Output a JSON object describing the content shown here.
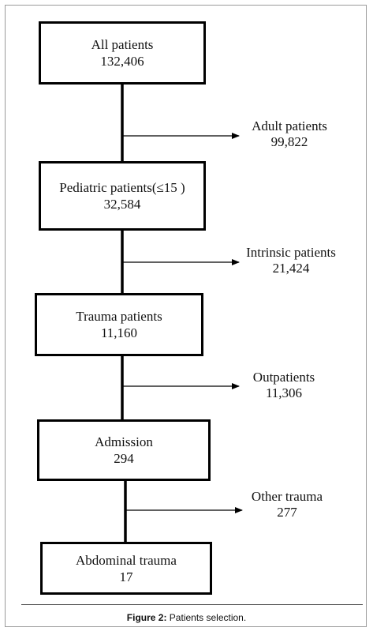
{
  "boxes": [
    {
      "label": "All patients",
      "count": "132,406"
    },
    {
      "label": "Pediatric patients(≤15 )",
      "count": "32,584"
    },
    {
      "label": "Trauma patients",
      "count": "11,160"
    },
    {
      "label": "Admission",
      "count": "294"
    },
    {
      "label": "Abdominal trauma",
      "count": "17"
    }
  ],
  "exclusions": [
    {
      "label": "Adult patients",
      "count": "99,822"
    },
    {
      "label": "Intrinsic patients",
      "count": "21,424"
    },
    {
      "label": "Outpatients",
      "count": "11,306"
    },
    {
      "label": "Other trauma",
      "count": "277"
    }
  ],
  "caption": {
    "prefix": "Figure 2:",
    "text": " Patients selection."
  },
  "colors": {
    "line": "#000000",
    "box_border": "#000000",
    "frame": "#9a9a9a"
  }
}
